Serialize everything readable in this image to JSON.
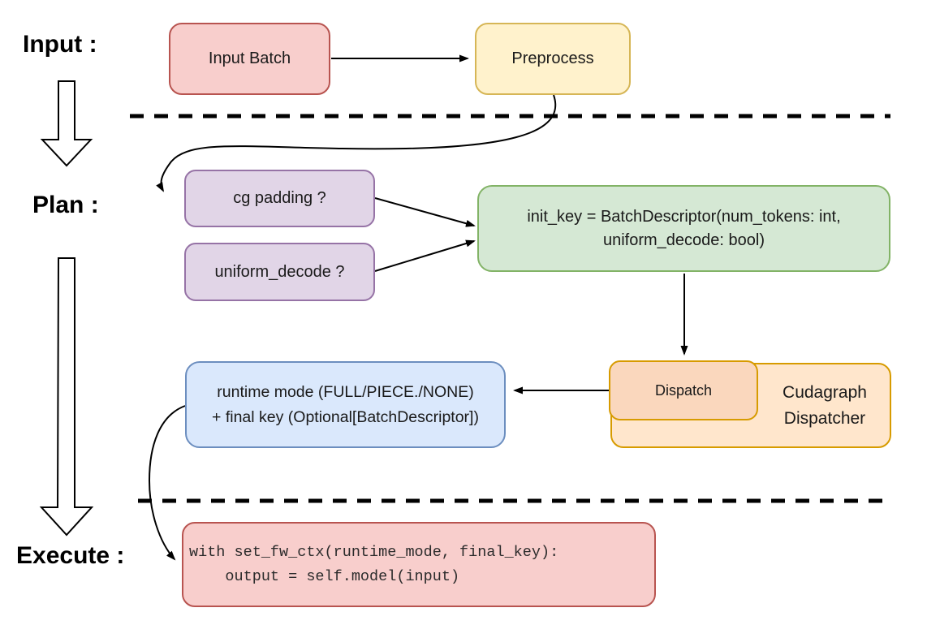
{
  "stage_labels": {
    "input": "Input :",
    "plan": "Plan :",
    "execute": "Execute :"
  },
  "nodes": {
    "input_batch": {
      "label": "Input Batch",
      "fill": "#f8cecc",
      "stroke": "#b85450"
    },
    "preprocess": {
      "label": "Preprocess",
      "fill": "#fff2cc",
      "stroke": "#d6b656"
    },
    "cg_padding": {
      "label": "cg padding ?",
      "fill": "#e1d5e7",
      "stroke": "#9673a6"
    },
    "uniform_decode": {
      "label": "uniform_decode ?",
      "fill": "#e1d5e7",
      "stroke": "#9673a6"
    },
    "init_key": {
      "line1": "init_key = BatchDescriptor(num_tokens: int,",
      "line2": "uniform_decode: bool)",
      "fill": "#d5e8d4",
      "stroke": "#82b366"
    },
    "dispatch": {
      "label": "Dispatch",
      "fill": "#fad7bd",
      "stroke": "#d79b00"
    },
    "cudagraph_dispatcher": {
      "line1": "Cudagraph",
      "line2": "Dispatcher",
      "fill": "#ffe6cc",
      "stroke": "#d79b00"
    },
    "runtime_mode": {
      "line1": "runtime mode (FULL/PIECE./NONE)",
      "line2": "+ final key (Optional[BatchDescriptor])",
      "fill": "#dae8fc",
      "stroke": "#6c8ebf"
    },
    "execute_code": {
      "line1": "with set_fw_ctx(runtime_mode, final_key):",
      "line2": "    output = self.model(input)",
      "fill": "#f8cecc",
      "stroke": "#b85450"
    }
  },
  "connector_color": "#000000"
}
